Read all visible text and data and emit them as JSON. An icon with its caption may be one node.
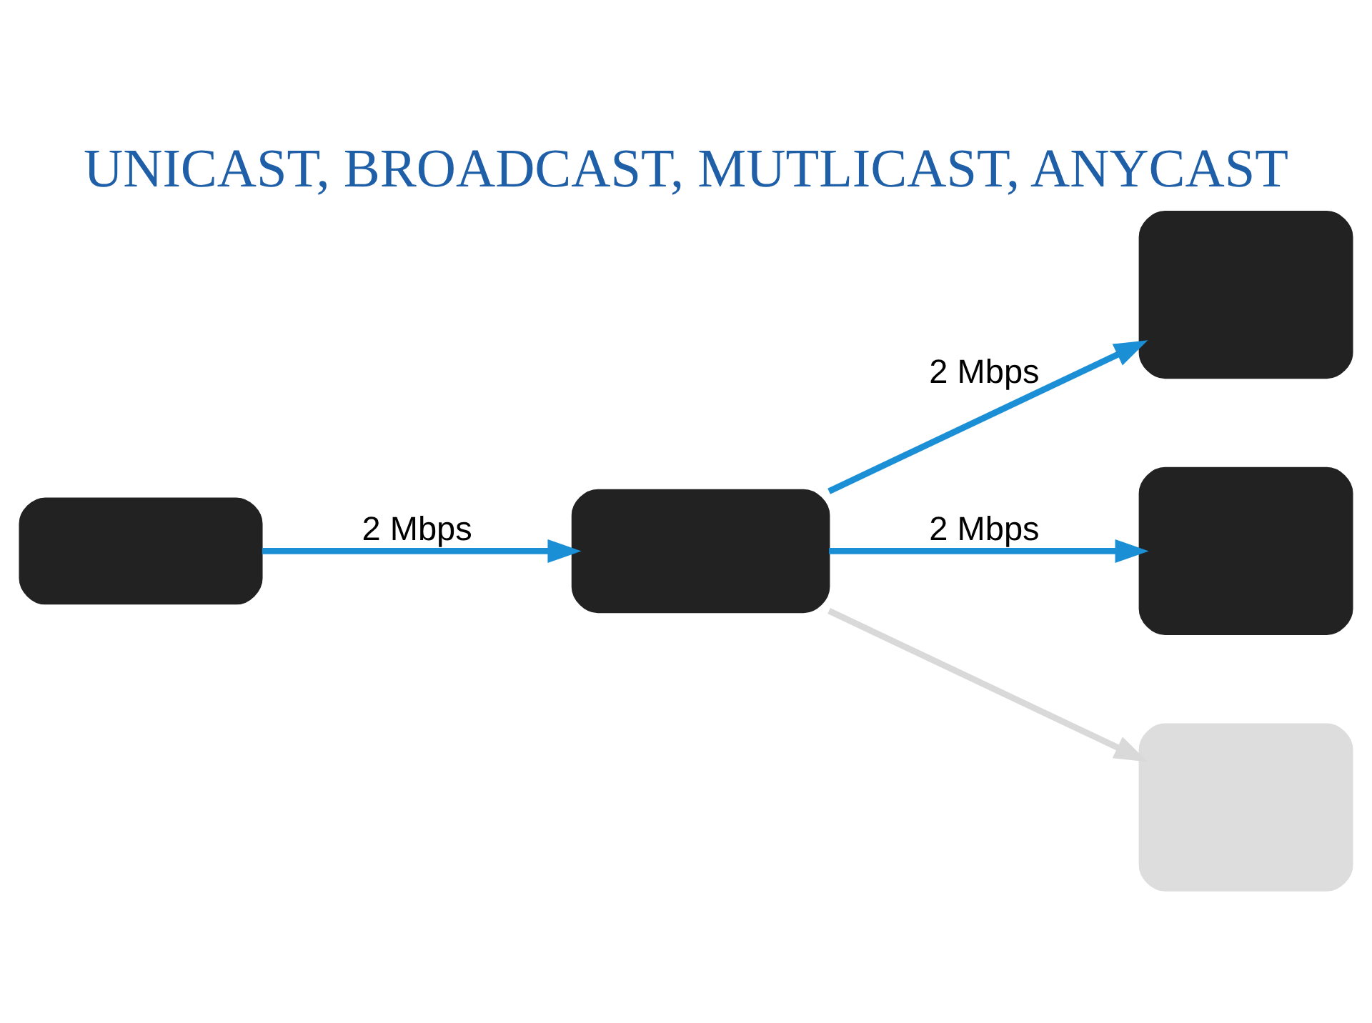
{
  "diagram": {
    "title": "UNICAST, BROADCAST, MUTLICAST, ANYCAST",
    "nodes": [
      {
        "text": [],
        "shape": "box"
      },
      {
        "text": [],
        "shape": "box"
      },
      {
        "text": [],
        "shape": "box"
      },
      {
        "text": [],
        "shape": "box"
      },
      {
        "text": [],
        "shape": "box"
      }
    ],
    "edges": [
      {
        "from": 0,
        "to": 1,
        "arrow": "to",
        "label": "2 Mbps"
      },
      {
        "from": 1,
        "to": 2,
        "arrow": "to",
        "label": "2 Mbps"
      },
      {
        "from": 1,
        "to": 3,
        "arrow": "to",
        "label": "2 Mbps"
      },
      {
        "from": 1,
        "to": 4,
        "arrow": "to",
        "color": "#d9d9d9"
      }
    ]
  }
}
